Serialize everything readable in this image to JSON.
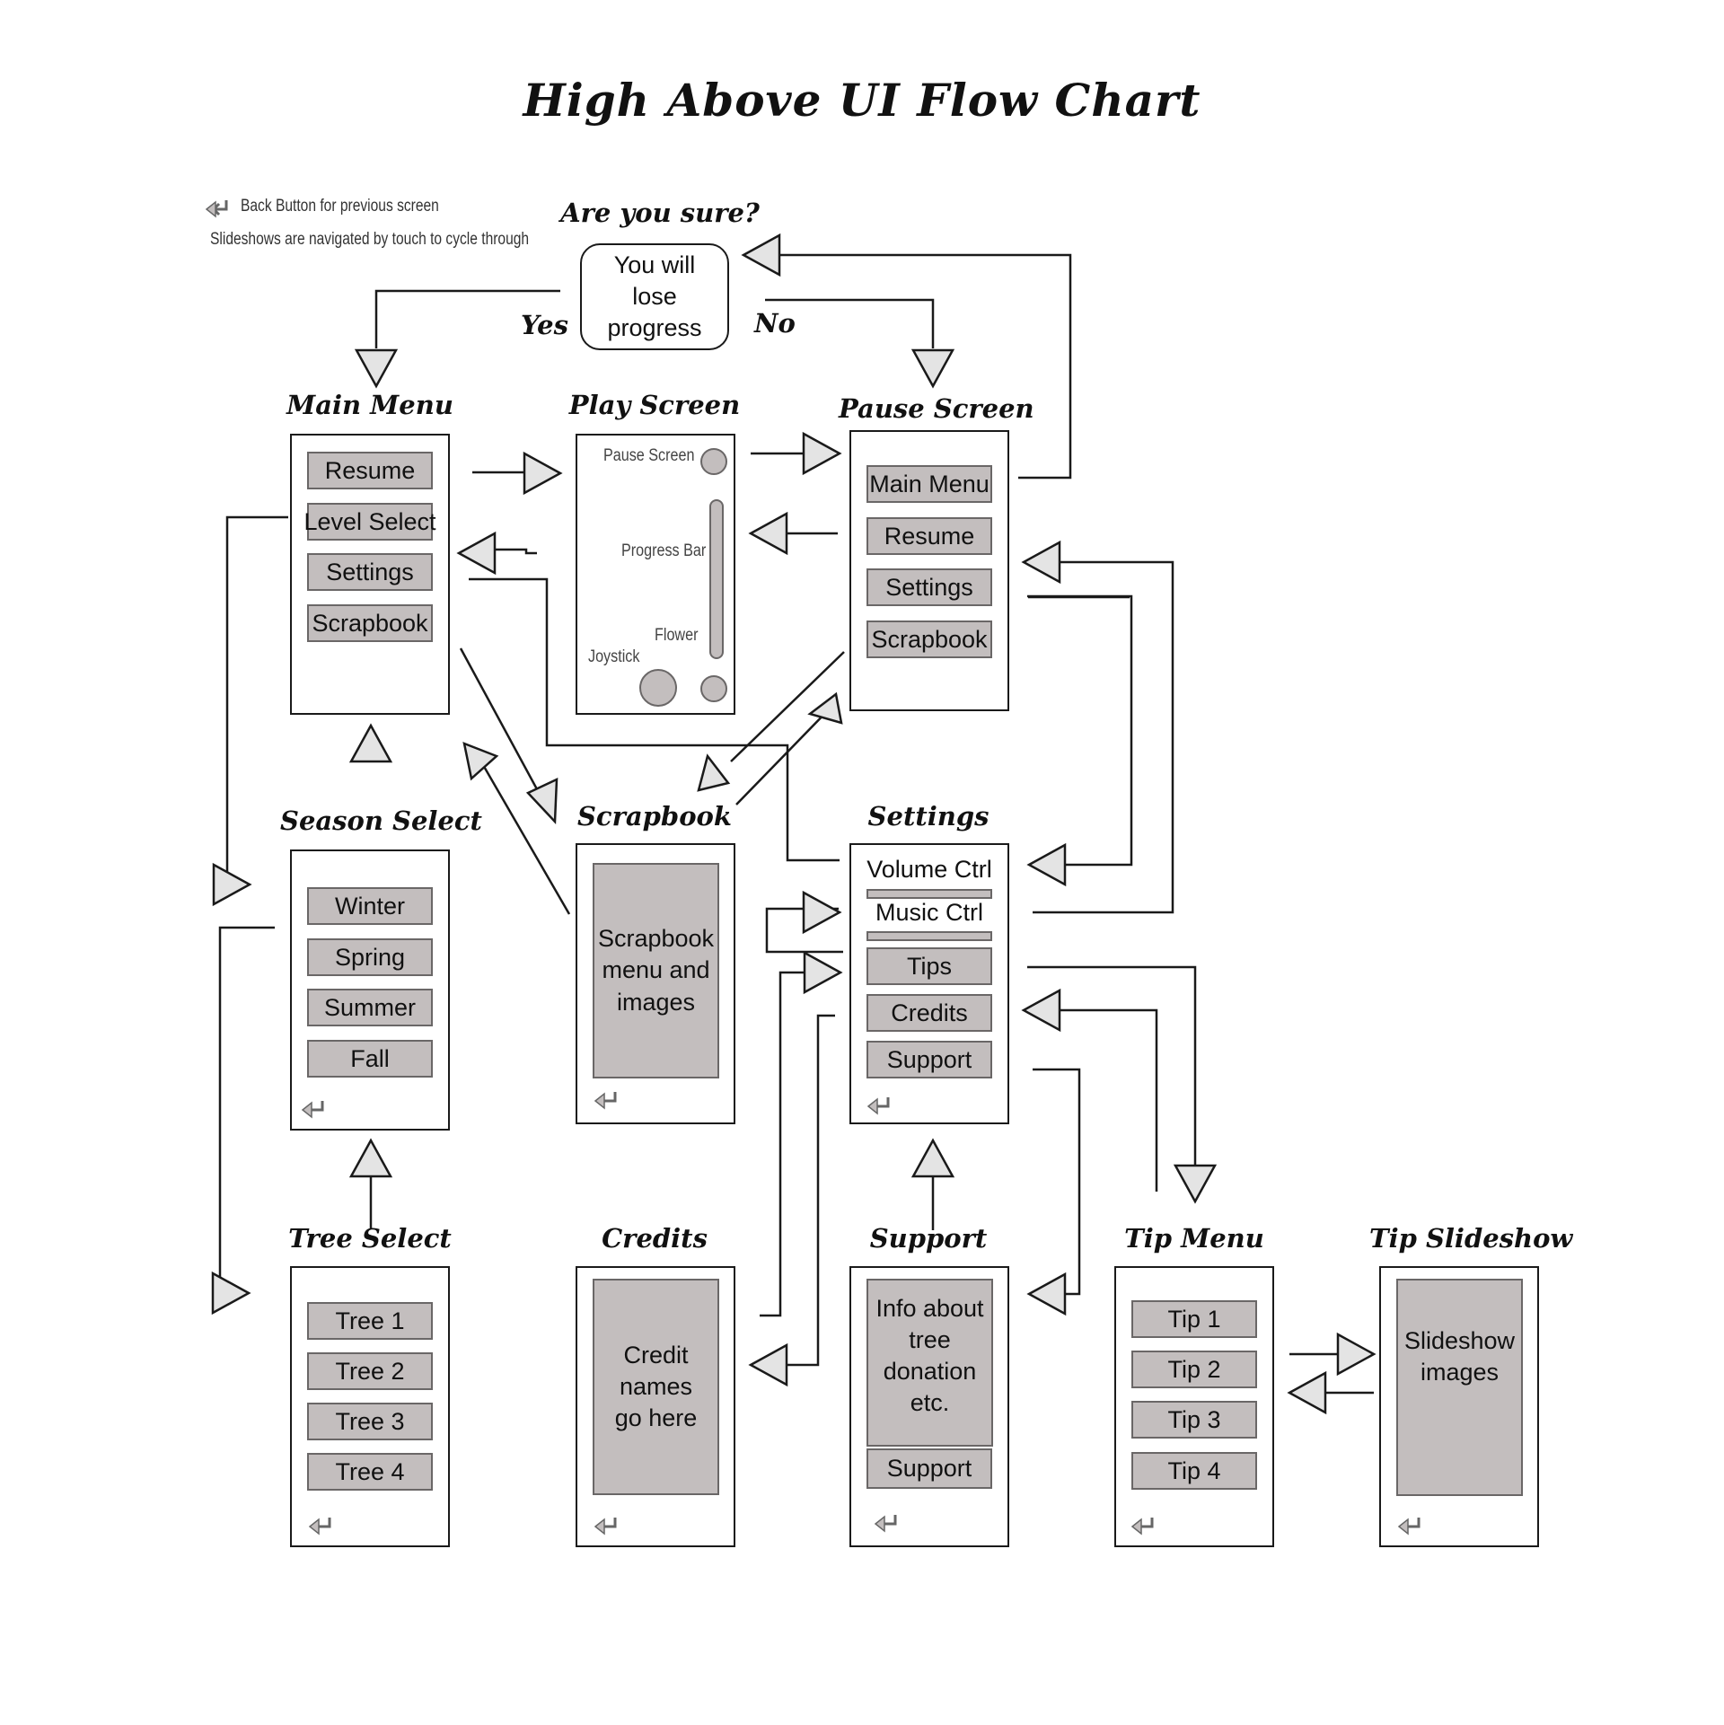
{
  "title": "High Above UI Flow Chart",
  "legend": {
    "back_button_text": "Back Button for previous screen",
    "slideshow_text": "Slideshows are navigated by touch to cycle through"
  },
  "dialog": {
    "title": "Are you sure?",
    "message_line1": "You will",
    "message_line2": "lose progress",
    "yes_label": "Yes",
    "no_label": "No"
  },
  "main_menu": {
    "title": "Main Menu",
    "buttons": [
      "Resume",
      "Level Select",
      "Settings",
      "Scrapbook"
    ]
  },
  "play_screen": {
    "title": "Play Screen",
    "labels": {
      "pause": "Pause Screen",
      "progress": "Progress Bar",
      "flower": "Flower",
      "joystick": "Joystick"
    }
  },
  "pause_screen": {
    "title": "Pause Screen",
    "buttons": [
      "Main Menu",
      "Resume",
      "Settings",
      "Scrapbook"
    ]
  },
  "season_select": {
    "title": "Season Select",
    "buttons": [
      "Winter",
      "Spring",
      "Summer",
      "Fall"
    ]
  },
  "scrapbook": {
    "title": "Scrapbook",
    "panel_line1": "Scrapbook",
    "panel_line2": "menu and",
    "panel_line3": "images"
  },
  "settings": {
    "title": "Settings",
    "sliders": [
      "Volume Ctrl",
      "Music Ctrl"
    ],
    "buttons": [
      "Tips",
      "Credits",
      "Support"
    ]
  },
  "tree_select": {
    "title": "Tree Select",
    "buttons": [
      "Tree 1",
      "Tree 2",
      "Tree 3",
      "Tree 4"
    ]
  },
  "credits": {
    "title": "Credits",
    "panel_line1": "Credit",
    "panel_line2": "names",
    "panel_line3": "go here"
  },
  "support": {
    "title": "Support",
    "panel_line1": "Info about",
    "panel_line2": "tree",
    "panel_line3": "donation",
    "panel_line4": "etc.",
    "button": "Support"
  },
  "tip_menu": {
    "title": "Tip Menu",
    "buttons": [
      "Tip 1",
      "Tip 2",
      "Tip 3",
      "Tip 4"
    ]
  },
  "tip_slideshow": {
    "title": "Tip Slideshow",
    "panel_line1": "Slideshow",
    "panel_line2": "images"
  },
  "colors": {
    "line": "#1a1a1a",
    "arrow_fill": "#e4e4e4",
    "button_fill": "#c3bebe",
    "button_border": "#6a6767"
  },
  "icons": {
    "back": "back-arrow-icon",
    "arrowhead": "triangle-arrow-icon"
  }
}
